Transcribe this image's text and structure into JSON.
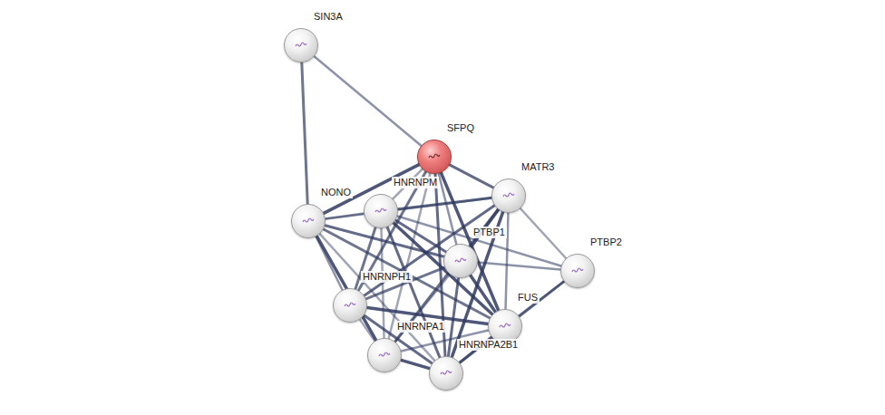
{
  "diagram": {
    "nodes": [
      {
        "text": [
          "SIN3A"
        ]
      },
      {
        "text": [
          "SFPQ"
        ]
      },
      {
        "text": [
          "MATR3"
        ]
      },
      {
        "text": [
          "NONO"
        ]
      },
      {
        "text": [
          "HNRNPM"
        ]
      },
      {
        "text": [
          "PTBP1"
        ]
      },
      {
        "text": [
          "PTBP2"
        ]
      },
      {
        "text": [
          "HNRNPH1"
        ]
      },
      {
        "text": [
          "FUS"
        ]
      },
      {
        "text": [
          "HNRNPA1"
        ]
      },
      {
        "text": [
          "HNRNPA2B1"
        ]
      }
    ],
    "edges": [
      {
        "from": 0,
        "to": 1,
        "arrow": "none"
      },
      {
        "from": 0,
        "to": 3,
        "arrow": "none"
      },
      {
        "from": 1,
        "to": 3,
        "arrow": "none"
      },
      {
        "from": 1,
        "to": 4,
        "arrow": "none"
      },
      {
        "from": 1,
        "to": 2,
        "arrow": "none"
      },
      {
        "from": 1,
        "to": 5,
        "arrow": "none"
      },
      {
        "from": 1,
        "to": 7,
        "arrow": "none"
      },
      {
        "from": 1,
        "to": 8,
        "arrow": "none"
      },
      {
        "from": 1,
        "to": 9,
        "arrow": "none"
      },
      {
        "from": 1,
        "to": 10,
        "arrow": "none"
      },
      {
        "from": 2,
        "to": 3,
        "arrow": "none"
      },
      {
        "from": 2,
        "to": 4,
        "arrow": "none"
      },
      {
        "from": 2,
        "to": 5,
        "arrow": "none"
      },
      {
        "from": 2,
        "to": 6,
        "arrow": "none"
      },
      {
        "from": 2,
        "to": 7,
        "arrow": "none"
      },
      {
        "from": 2,
        "to": 8,
        "arrow": "none"
      },
      {
        "from": 2,
        "to": 9,
        "arrow": "none"
      },
      {
        "from": 2,
        "to": 10,
        "arrow": "none"
      },
      {
        "from": 3,
        "to": 4,
        "arrow": "none"
      },
      {
        "from": 3,
        "to": 5,
        "arrow": "none"
      },
      {
        "from": 3,
        "to": 7,
        "arrow": "none"
      },
      {
        "from": 3,
        "to": 8,
        "arrow": "none"
      },
      {
        "from": 3,
        "to": 9,
        "arrow": "none"
      },
      {
        "from": 3,
        "to": 10,
        "arrow": "none"
      },
      {
        "from": 4,
        "to": 5,
        "arrow": "none"
      },
      {
        "from": 4,
        "to": 6,
        "arrow": "none"
      },
      {
        "from": 4,
        "to": 7,
        "arrow": "none"
      },
      {
        "from": 4,
        "to": 8,
        "arrow": "none"
      },
      {
        "from": 4,
        "to": 9,
        "arrow": "none"
      },
      {
        "from": 4,
        "to": 10,
        "arrow": "none"
      },
      {
        "from": 5,
        "to": 6,
        "arrow": "none"
      },
      {
        "from": 5,
        "to": 7,
        "arrow": "none"
      },
      {
        "from": 5,
        "to": 8,
        "arrow": "none"
      },
      {
        "from": 5,
        "to": 9,
        "arrow": "none"
      },
      {
        "from": 5,
        "to": 10,
        "arrow": "none"
      },
      {
        "from": 6,
        "to": 8,
        "arrow": "none"
      },
      {
        "from": 6,
        "to": 10,
        "arrow": "none"
      },
      {
        "from": 7,
        "to": 8,
        "arrow": "none"
      },
      {
        "from": 7,
        "to": 9,
        "arrow": "none"
      },
      {
        "from": 7,
        "to": 10,
        "arrow": "none"
      },
      {
        "from": 8,
        "to": 9,
        "arrow": "none"
      },
      {
        "from": 8,
        "to": 10,
        "arrow": "none"
      },
      {
        "from": 9,
        "to": 10,
        "arrow": "none"
      }
    ]
  }
}
